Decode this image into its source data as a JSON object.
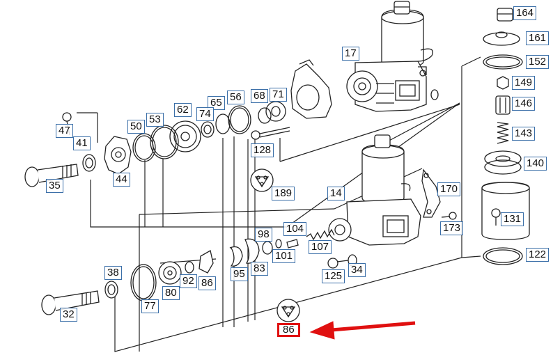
{
  "labels": {
    "l164": "164",
    "l161": "161",
    "l152": "152",
    "l149": "149",
    "l146": "146",
    "l143": "143",
    "l140": "140",
    "l131": "131",
    "l122": "122",
    "l17": "17",
    "l68": "68",
    "l71": "71",
    "l56": "56",
    "l65": "65",
    "l74": "74",
    "l62": "62",
    "l53": "53",
    "l50": "50",
    "l47": "47",
    "l41": "41",
    "l44": "44",
    "l35": "35",
    "l128": "128",
    "l189": "189",
    "l14": "14",
    "l170": "170",
    "l173": "173",
    "l104": "104",
    "l107": "107",
    "l98": "98",
    "l101": "101",
    "l83": "83",
    "l95": "95",
    "l86a": "86",
    "l92": "92",
    "l80": "80",
    "l77": "77",
    "l38": "38",
    "l32": "32",
    "l125": "125",
    "l34": "34",
    "l86b": "86"
  },
  "colors": {
    "line": "#222222",
    "label_border": "#3b6fa8",
    "highlight": "#e01010"
  }
}
